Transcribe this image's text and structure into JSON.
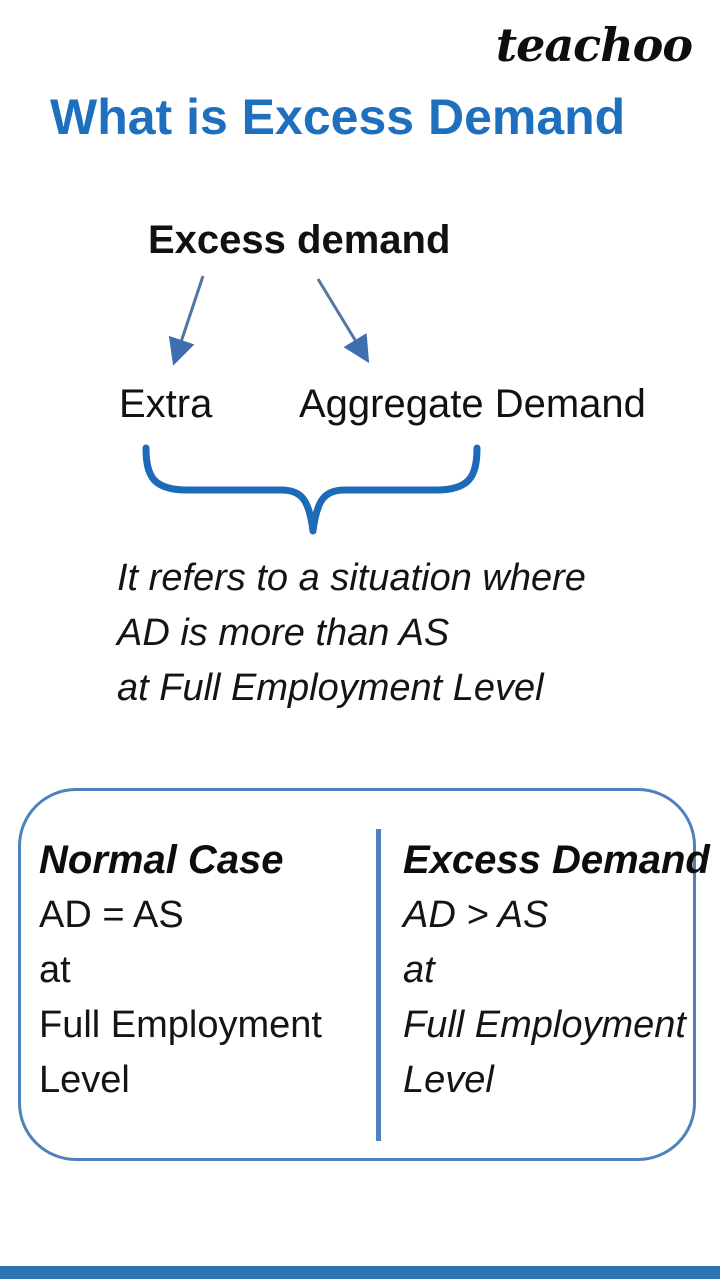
{
  "brand": {
    "logo": "teachoo"
  },
  "page": {
    "title": "What is Excess Demand"
  },
  "diagram": {
    "root": "Excess demand",
    "children": [
      "Extra",
      "Aggregate Demand"
    ],
    "definition_lines": [
      "It refers to a situation where",
      "AD is more than AS",
      "at Full Employment Level"
    ]
  },
  "comparison": {
    "left": {
      "heading": "Normal Case",
      "lines": [
        "AD = AS",
        "at",
        "Full Employment",
        "Level"
      ]
    },
    "right": {
      "heading": "Excess Demand",
      "lines": [
        "AD > AS",
        "at",
        "Full Employment",
        "Level"
      ]
    }
  },
  "colors": {
    "title_blue": "#1e70bf",
    "brace_blue": "#1c6ab8",
    "steel_blue": "#4f81bd",
    "footer_blue": "#2e74b5",
    "text_black": "#1a1a1a"
  }
}
